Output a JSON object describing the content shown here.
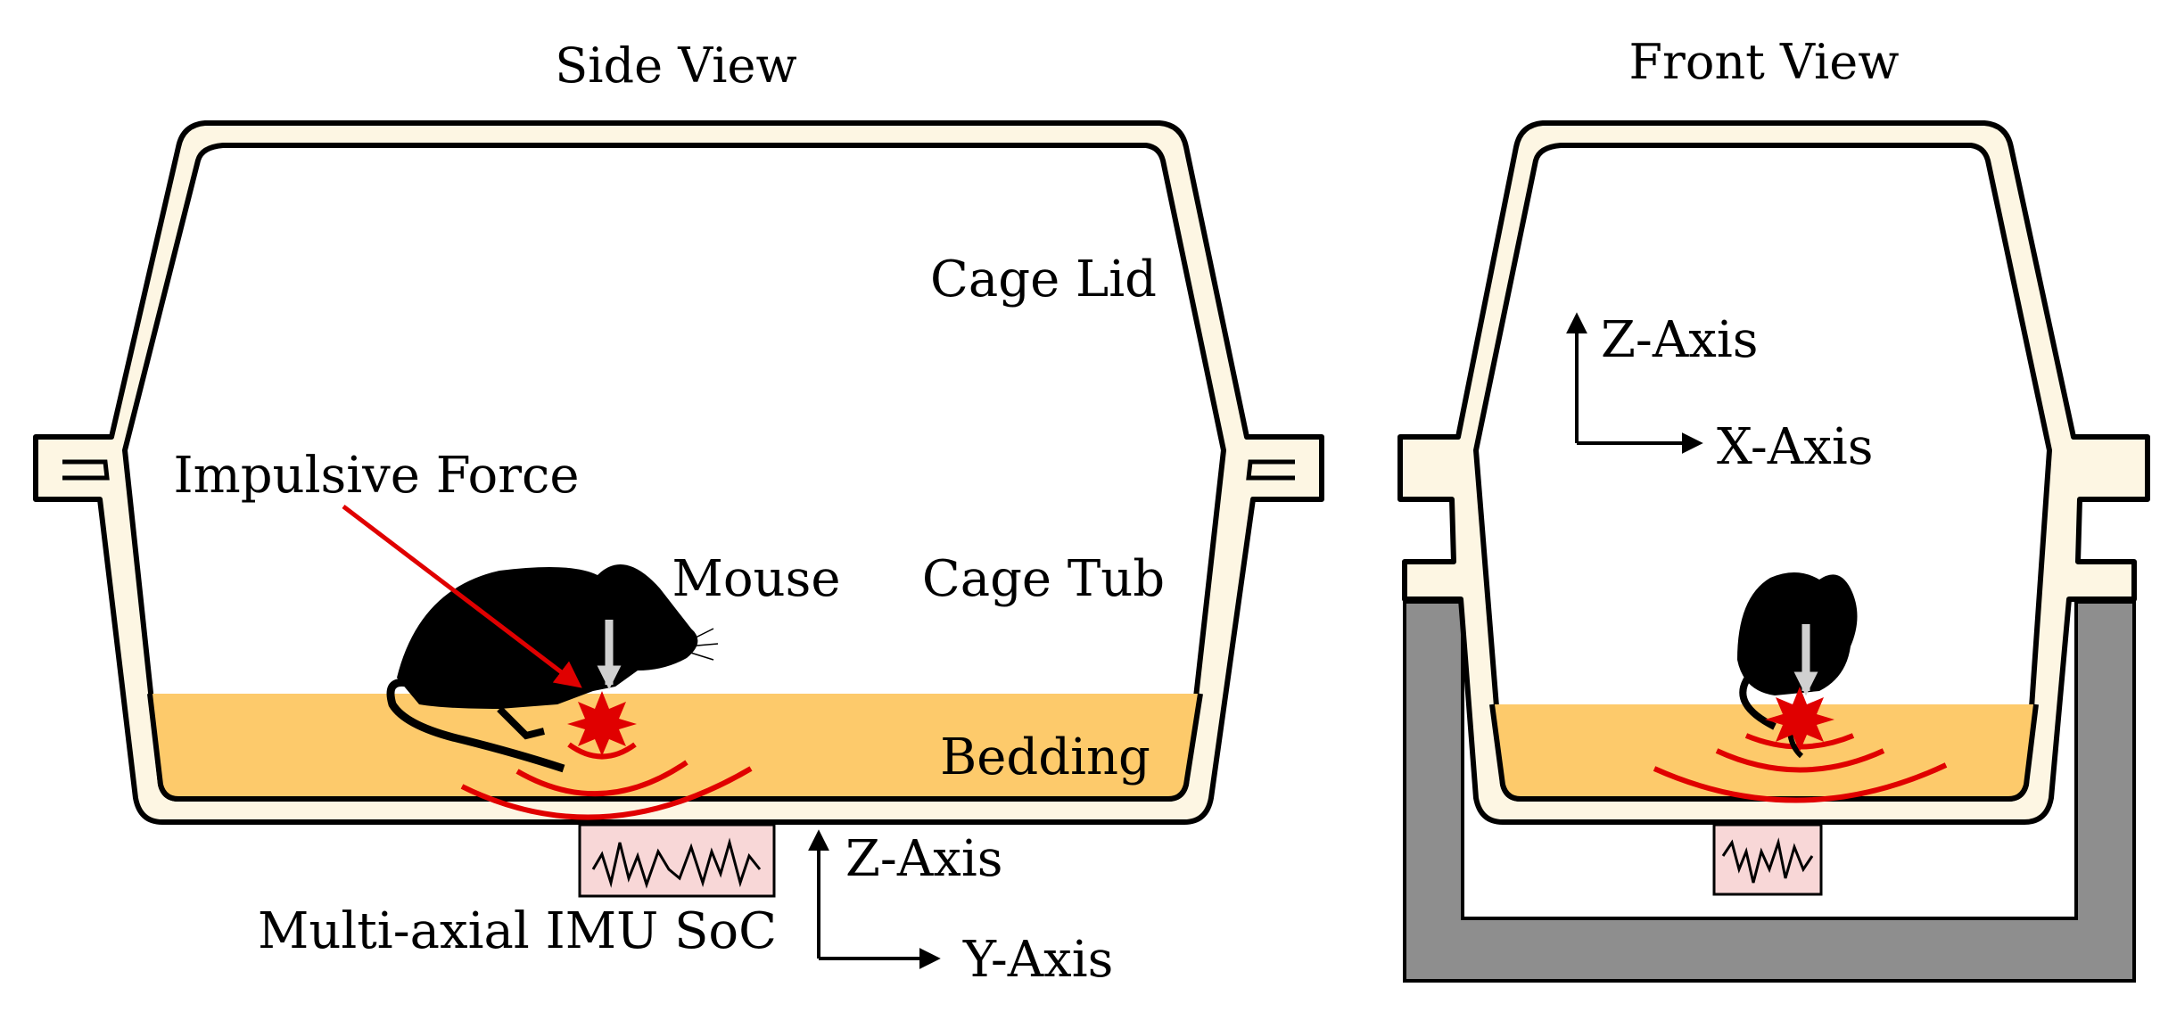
{
  "colors": {
    "cage_fill": "#fdf6e3",
    "cage_stroke": "#000000",
    "bedding": "#fdca6b",
    "mouse": "#000000",
    "force": "#e00000",
    "waves": "#e00000",
    "imu_fill": "#f8d7d7",
    "rack": "#8e8e8e",
    "arrow_gray": "#d0d0d0"
  },
  "side_view": {
    "title": "Side View",
    "labels": {
      "cage_lid": "Cage Lid",
      "cage_tub": "Cage Tub",
      "bedding": "Bedding",
      "mouse": "Mouse",
      "impulsive_force": "Impulsive Force",
      "imu": "Multi-axial IMU SoC"
    },
    "axes": {
      "vertical": "Z-Axis",
      "horizontal": "Y-Axis"
    }
  },
  "front_view": {
    "title": "Front View",
    "axes": {
      "vertical": "Z-Axis",
      "horizontal": "X-Axis"
    }
  }
}
